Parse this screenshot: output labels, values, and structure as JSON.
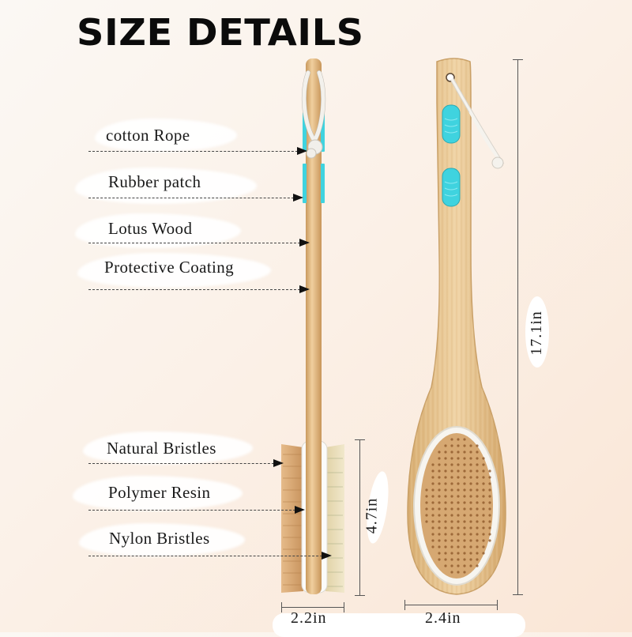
{
  "header": {
    "title": "SIZE DETAILS"
  },
  "side_view": {
    "callouts": [
      {
        "label": "cotton  Rope"
      },
      {
        "label": "Rubber  patch"
      },
      {
        "label": "Lotus  Wood"
      },
      {
        "label": "Protective Coating"
      },
      {
        "label": "Natural Bristles"
      },
      {
        "label": "Polymer Resin"
      },
      {
        "label": "Nylon Bristles"
      }
    ],
    "dimensions": {
      "head_length": "4.7in",
      "head_width": "2.2in"
    }
  },
  "front_view": {
    "dimensions": {
      "total_length": "17.1in",
      "head_width": "2.4in"
    }
  },
  "colors": {
    "wood": "#e3bd88",
    "rubber_patch": "#3fd3df",
    "rope": "#f3f1ec",
    "natural_bristles": "#d8a877",
    "nylon_bristles": "#e9dcb5",
    "background": "#fbeee2"
  }
}
